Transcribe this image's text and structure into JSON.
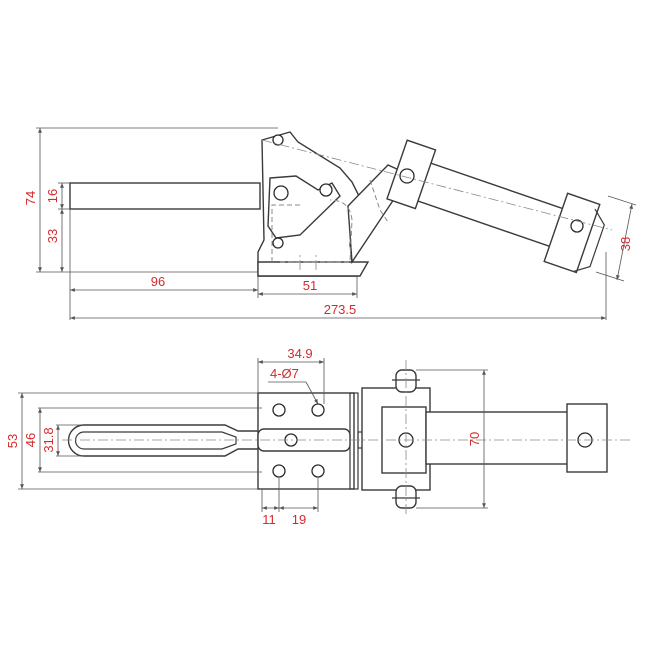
{
  "colors": {
    "dimension_text": "#d42a2a",
    "outline": "#3a3a3a",
    "background": "#ffffff"
  },
  "side_view": {
    "dims": {
      "total_height": "74",
      "handle_height": "16",
      "pivot_height": "33",
      "handle_length": "96",
      "base_length": "51",
      "overall_length": "273.5",
      "cylinder_dia": "38"
    }
  },
  "top_view": {
    "dims": {
      "outer_width": "53",
      "inner_width": "46",
      "handle_width": "31.8",
      "hole_spacing": "34.9",
      "holes": "4-Ø7",
      "flange_offset": "11",
      "hole_pitch": "19",
      "cylinder_length": "70"
    }
  }
}
